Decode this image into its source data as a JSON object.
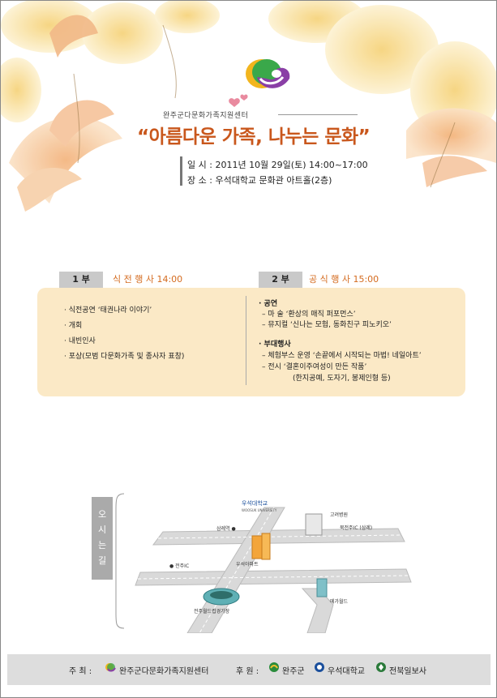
{
  "header": {
    "org_name": "완주군다문화가족지원센터",
    "title": "“아름다운 가족, 나누는 문화”",
    "date_label": "일 시 :",
    "date_value": "2011년 10월 29일(토) 14:00~17:00",
    "place_label": "장 소 :",
    "place_value": "우석대학교 문화관 아트홀(2층)"
  },
  "part1": {
    "tag": "1 부",
    "title": "식 전 행 사 14:00",
    "items": [
      "· 식전공연 ‘태권나라 이야기’",
      "· 개회",
      "· 내빈인사",
      "· 포상(모범 다문화가족 및 종사자 표창)"
    ]
  },
  "part2": {
    "tag": "2 부",
    "title": "공 식 행 사 15:00",
    "section1": "· 공연",
    "section1_items": [
      "– 마    술 ‘환상의 매직 퍼포먼스’",
      "– 뮤지컬 ‘신나는 모험, 동화친구 피노키오’"
    ],
    "section2": "· 부대행사",
    "section2_items": [
      "– 체험부스 운영 ‘손끝에서 시작되는 마법! 네일아트’",
      "– 전시 ‘결혼이주여성이 만든 작품’",
      "(한지공예, 도자기, 봉제인형 등)"
    ]
  },
  "map": {
    "label": [
      "오",
      "시",
      "는",
      "길"
    ],
    "places": {
      "university": "우석대학교",
      "university_en": "WOOSUK UNIVERSITY",
      "goryeo": "고려병원",
      "bukjeonju": "북전주IC (삼례)",
      "samnye": "삼례역 ●",
      "apartment": "우석아파트",
      "jeonju_ic": "● 전주IC",
      "stadium": "전주월드컵경기장",
      "megaworld": "메가월드"
    }
  },
  "footer": {
    "host_label": "주 최 :",
    "host": "완주군다문화가족지원센터",
    "sponsor_label": "후 원 :",
    "sponsors": [
      "완주군",
      "우석대학교",
      "전북일보사"
    ]
  },
  "colors": {
    "title": "#c9571c",
    "accent": "#d46b1f",
    "box": "#fbe9c6"
  }
}
